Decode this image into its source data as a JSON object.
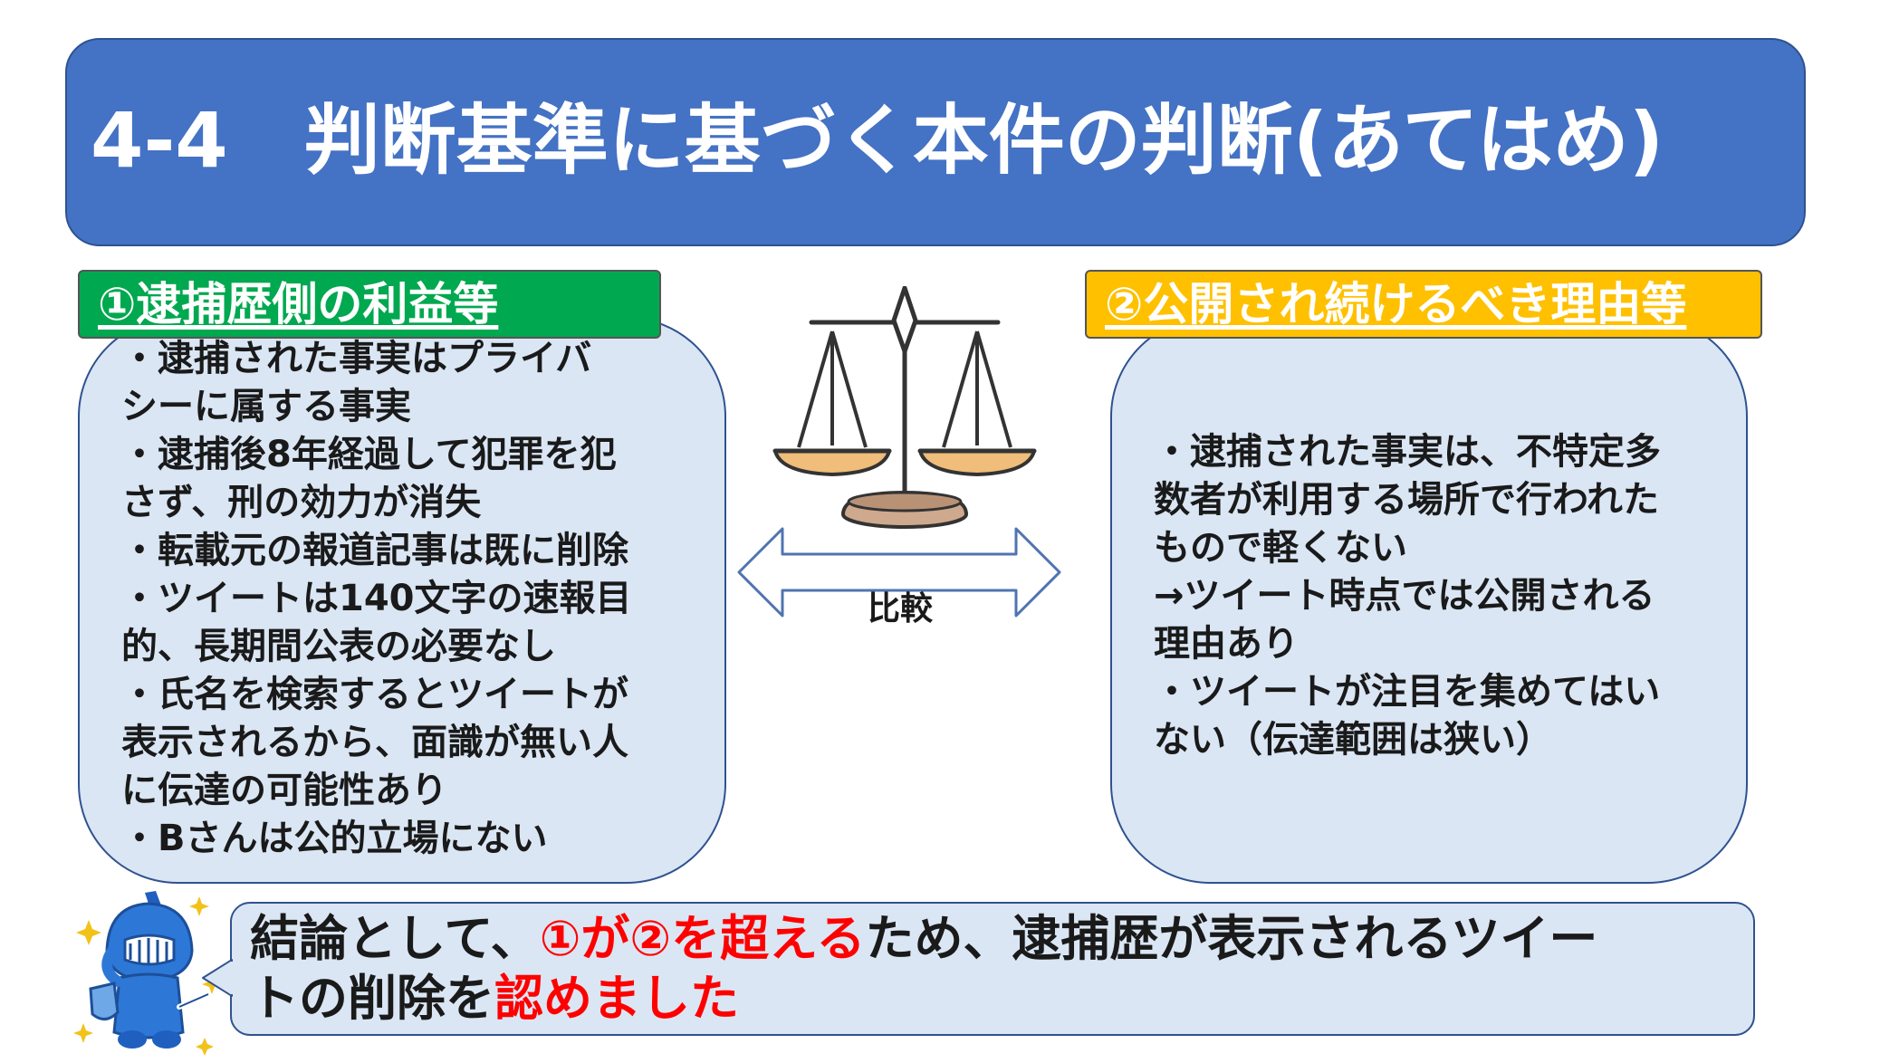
{
  "slide": {
    "title": "4-4　判断基準に基づく本件の判断(あてはめ)"
  },
  "left": {
    "tab_label": "①逮捕歴側の利益等",
    "lines": [
      "・逮捕された事実はプライバ",
      "シーに属する事実",
      "・逮捕後8年経過して犯罪を犯",
      "さず、刑の効力が消失",
      "・転載元の報道記事は既に削除",
      "・ツイートは140文字の速報目",
      "的、長期間公表の必要なし",
      "・氏名を検索するとツイートが",
      "表示されるから、面識が無い人",
      "に伝達の可能性あり",
      "・Bさんは公的立場にない"
    ]
  },
  "right": {
    "tab_label": "②公開され続けるべき理由等",
    "lines": [
      "・逮捕された事実は、不特定多",
      "数者が利用する場所で行われた",
      "もので軽くない",
      "→ツイート時点では公開される",
      "理由あり",
      "・ツイートが注目を集めてはい",
      "ない（伝達範囲は狭い）"
    ]
  },
  "center": {
    "compare_label": "比較",
    "scale_icon": "balance-scale-icon",
    "arrow_icon": "double-arrow-icon"
  },
  "conclusion": {
    "line1_part1": "結論として、",
    "line1_part2": "①が②を超える",
    "line1_part3": "ため、逮捕歴が表示されるツイー",
    "line2_part1": "トの削除を",
    "line2_part2": "認めました"
  },
  "mascot": {
    "icon": "knight-mascot-icon"
  },
  "colors": {
    "title_bg": "#4472c4",
    "left_tab_bg": "#00a84f",
    "right_tab_bg": "#ffc000",
    "panel_bg": "#dae6f4",
    "emphasis": "#ff0000"
  }
}
